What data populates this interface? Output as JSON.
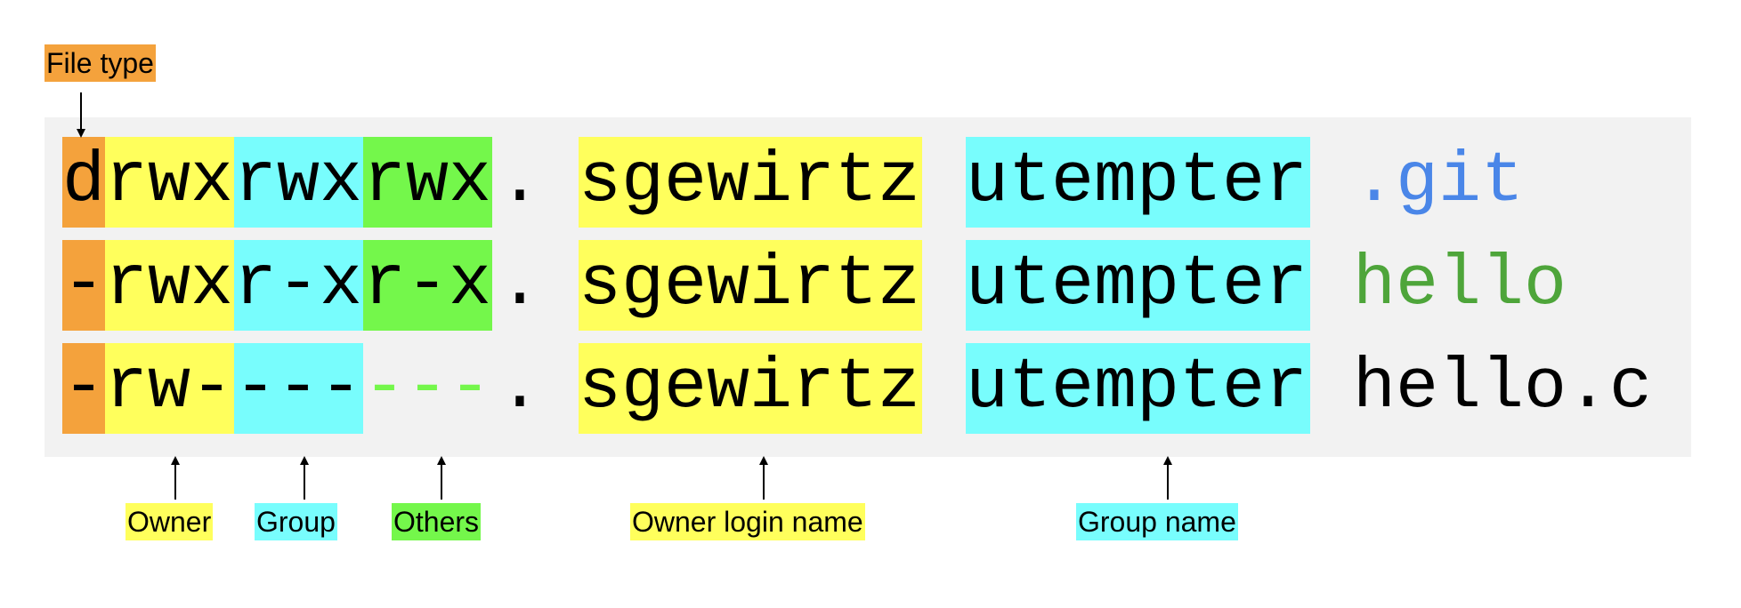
{
  "labels": {
    "file_type": "File type",
    "owner": "Owner",
    "group": "Group",
    "others": "Others",
    "owner_login_name": "Owner login name",
    "group_name": "Group name"
  },
  "colors": {
    "file_type": "#f4a23c",
    "owner": "#ffff5c",
    "group": "#78fdfd",
    "others": "#74f74b",
    "panel": "#f2f2f2",
    "dir_name": "#4a86e8",
    "exec_name": "#4ea53a",
    "plain_name": "#000000"
  },
  "rows": [
    {
      "type": "d",
      "owner": "rwx",
      "group": "rwx",
      "others": "rwx",
      "dot": ".",
      "user": "sgewirtz",
      "grp": "utempter",
      "name": ".git"
    },
    {
      "type": "-",
      "owner": "rwx",
      "group": "r-x",
      "others": "r-x",
      "dot": ".",
      "user": "sgewirtz",
      "grp": "utempter",
      "name": "hello"
    },
    {
      "type": "-",
      "owner": "rw-",
      "group": "---",
      "others": "---",
      "dot": ".",
      "user": "sgewirtz",
      "grp": "utempter",
      "name": "hello.c"
    }
  ]
}
